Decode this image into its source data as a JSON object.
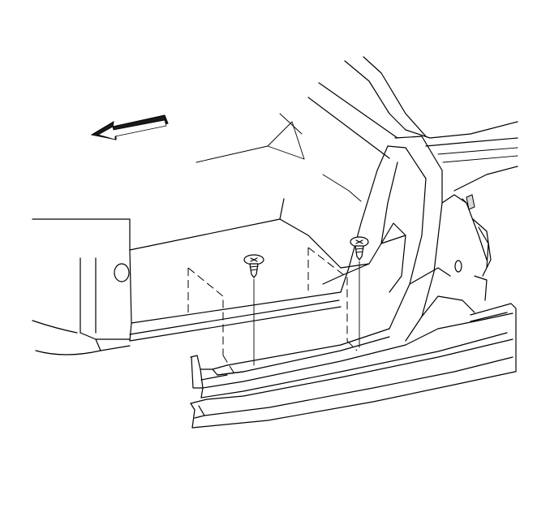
{
  "diagram": {
    "parts": [
      {
        "id": "forward-arrow",
        "icon": "arrow-left-icon"
      },
      {
        "id": "rocker-panel-molding"
      },
      {
        "id": "door-sill-plate"
      },
      {
        "id": "retaining-screw-left",
        "icon": "phillips-screw-icon"
      },
      {
        "id": "retaining-screw-right",
        "icon": "phillips-screw-icon"
      },
      {
        "id": "body-pillar"
      },
      {
        "id": "rear-wheel-opening"
      }
    ],
    "colors": {
      "line": "#000000",
      "background": "#ffffff",
      "shade": "#d9d9d9"
    }
  }
}
